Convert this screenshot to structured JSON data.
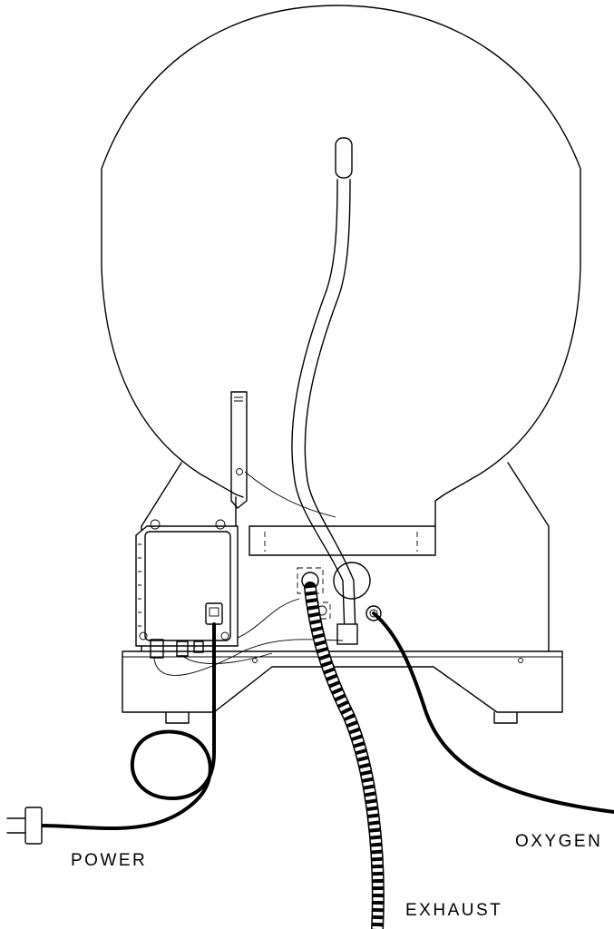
{
  "labels": {
    "power": "POWER",
    "exhaust": "EXHAUST",
    "oxygen": "OXYGEN"
  },
  "colors": {
    "line": "#000000",
    "background": "#ffffff"
  }
}
